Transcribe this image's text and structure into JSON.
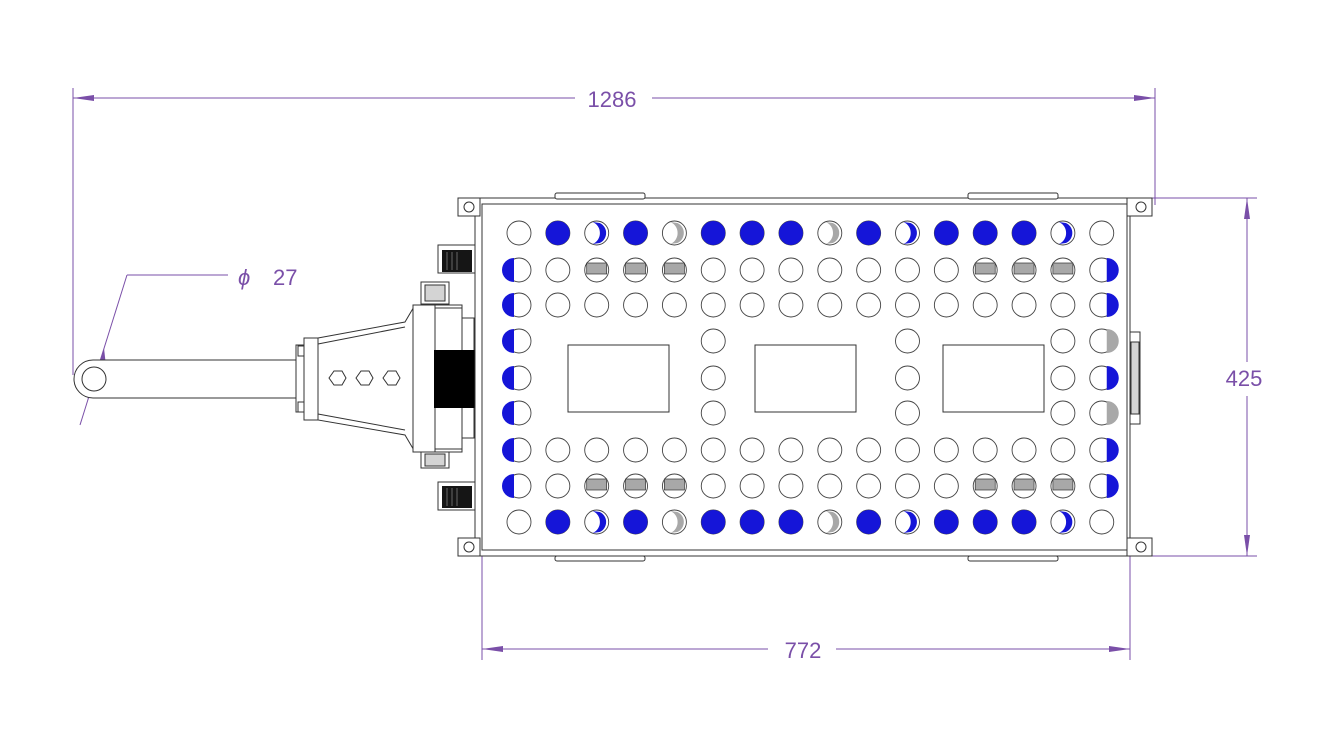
{
  "dimensions": {
    "overall_length": "1286",
    "width": "425",
    "deck_length": "772",
    "drawbar_eye_prefix": "ϕ",
    "drawbar_eye_value": "27"
  },
  "colors": {
    "dimension": "#7a4fa8",
    "outline": "#333333",
    "accent_blue": "#1515d8",
    "grey": "#a8a8a8",
    "black": "#000000"
  }
}
